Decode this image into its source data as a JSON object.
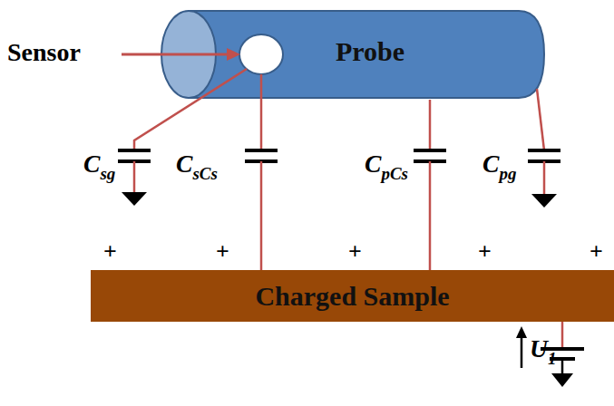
{
  "diagram": {
    "nodes": [
      {
        "text": [
          "Probe"
        ]
      },
      {
        "text": [
          "Charged Sample"
        ]
      }
    ],
    "edges": [
      {
        "from": 0,
        "to": 1,
        "arrow": "none",
        "label": "CpCs"
      }
    ],
    "labels": [
      "Sensor",
      "Csg",
      "CsCs",
      "Cpg",
      "+",
      "+",
      "+",
      "+",
      "+",
      "U1"
    ]
  }
}
